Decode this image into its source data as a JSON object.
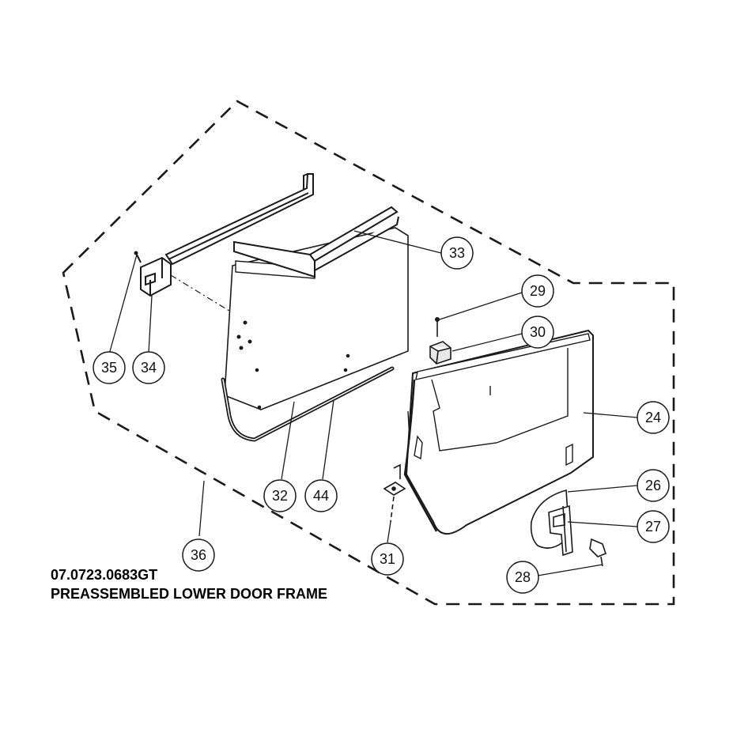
{
  "diagram": {
    "part_code": "07.0723.0683GT",
    "assembly_title": "PREASSEMBLED LOWER DOOR FRAME",
    "callouts": [
      "24",
      "26",
      "27",
      "28",
      "29",
      "30",
      "31",
      "32",
      "33",
      "34",
      "35",
      "36",
      "44"
    ]
  },
  "colors": {
    "line": "#1a1a1a",
    "panel_fill": "#ffffff",
    "background": "#ffffff"
  }
}
